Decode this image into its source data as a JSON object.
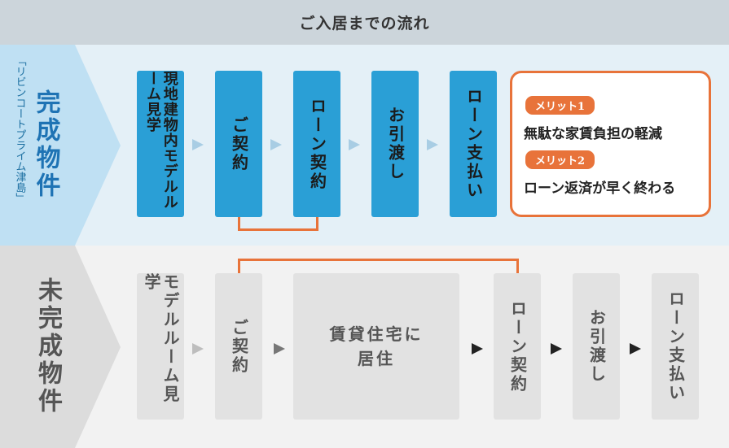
{
  "header": {
    "title": "ご入居までの流れ"
  },
  "completed": {
    "title": "完成物件",
    "subtitle": "「リビンコートプライム津島」",
    "steps": [
      "現地建物内モデルルーム見学",
      "ご契約",
      "ローン契約",
      "お引渡し",
      "ローン支払い"
    ],
    "merits": [
      {
        "badge": "メリット1",
        "text": "無駄な家賃負担の軽減"
      },
      {
        "badge": "メリット2",
        "text": "ローン返済が早く終わる"
      }
    ]
  },
  "uncompleted": {
    "title": "未完成物件",
    "steps": [
      "モデルルーム見学",
      "ご契約",
      "賃貸住宅に居住",
      "ローン契約",
      "お引渡し",
      "ローン支払い"
    ]
  },
  "colors": {
    "accent": "#e8733a",
    "step_blue": "#2a9fd6",
    "step_grey": "#e2e2e2",
    "band_top": "#e4f0f7",
    "band_bottom": "#f2f2f2",
    "header_bg": "#ccd5db"
  }
}
